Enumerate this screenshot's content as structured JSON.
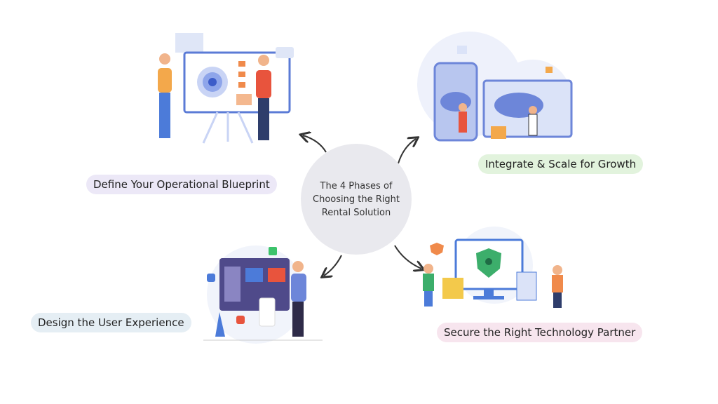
{
  "center": {
    "title": "The 4 Phases of Choosing the Right Rental Solution"
  },
  "phases": [
    {
      "label": "Define Your Operational Blueprint",
      "color": "#ece8f7"
    },
    {
      "label": "Integrate & Scale for Growth",
      "color": "#e2f3dd"
    },
    {
      "label": "Design the User Experience",
      "color": "#e5eef4"
    },
    {
      "label": "Secure the Right Technology Partner",
      "color": "#f7e5ee"
    }
  ]
}
